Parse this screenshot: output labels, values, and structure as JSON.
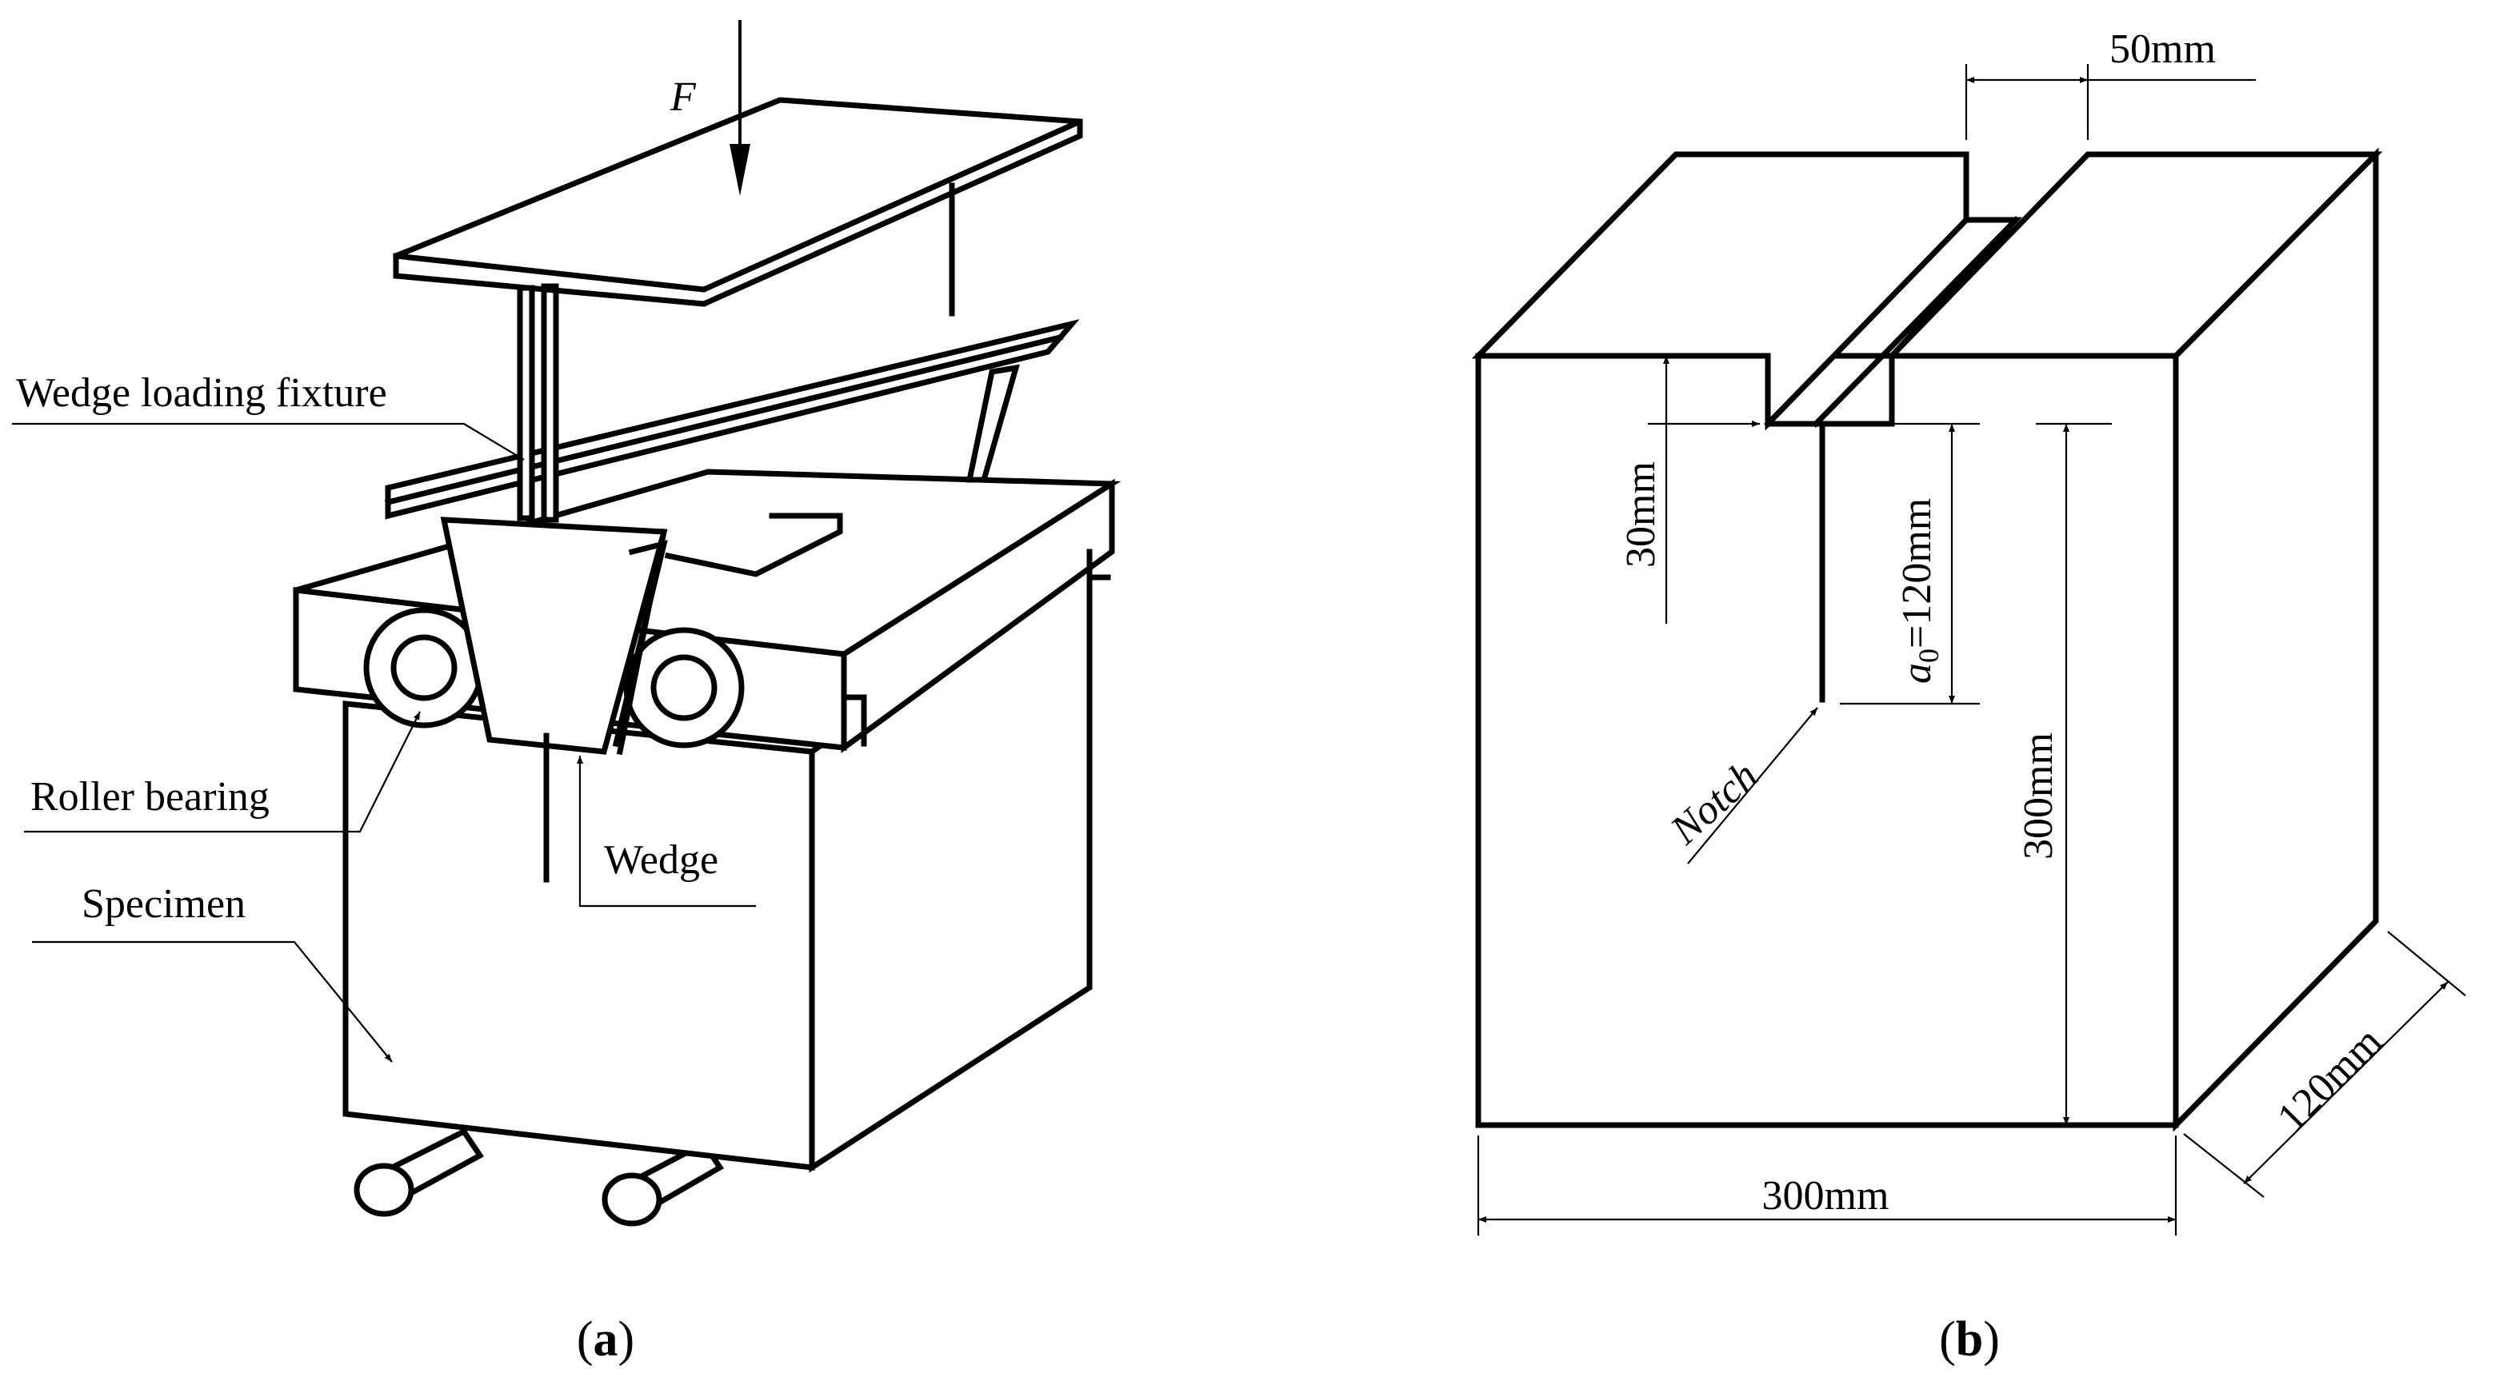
{
  "panel_a": {
    "label": "a",
    "callouts": {
      "force": "F",
      "wedge_loading_fixture": "Wedge loading fixture",
      "roller_bearing": "Roller bearing",
      "specimen": "Specimen",
      "wedge": "Wedge"
    }
  },
  "panel_b": {
    "label": "b",
    "dimensions": {
      "notch_width": "50mm",
      "groove_depth": "30mm",
      "initial_crack_symbol": "a",
      "initial_crack_subscript": "0",
      "initial_crack_value": "=120mm",
      "height": "300mm",
      "width": "300mm",
      "thickness": "120mm"
    },
    "callouts": {
      "notch": "Notch"
    }
  }
}
